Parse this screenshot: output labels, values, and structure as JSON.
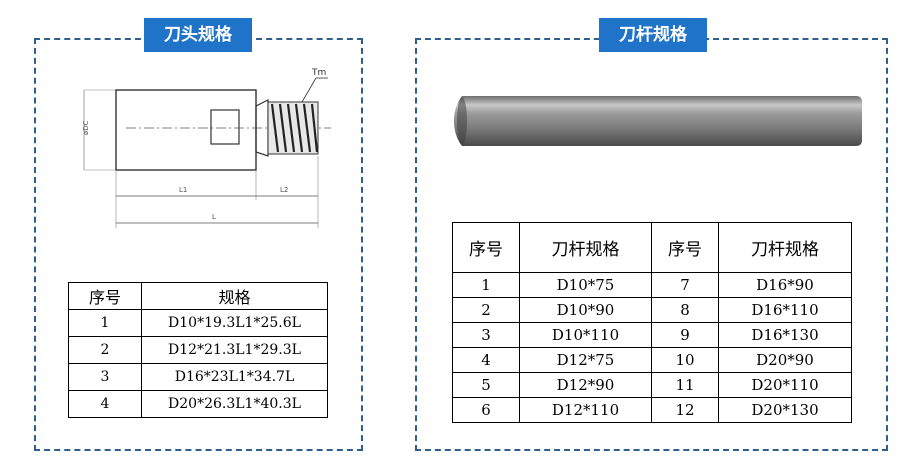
{
  "left_panel": {
    "title": "刀头规格",
    "drawing": {
      "label_tm": "Tm",
      "label_dc": "øDC",
      "label_l1": "L1",
      "label_l2": "L2",
      "label_l": "L"
    },
    "table": {
      "headers": [
        "序号",
        "规格"
      ],
      "rows": [
        [
          "1",
          "D10*19.3L1*25.6L"
        ],
        [
          "2",
          "D12*21.3L1*29.3L"
        ],
        [
          "3",
          "D16*23L1*34.7L"
        ],
        [
          "4",
          "D20*26.3L1*40.3L"
        ]
      ]
    }
  },
  "right_panel": {
    "title": "刀杆规格",
    "table": {
      "headers": [
        "序号",
        "刀杆规格",
        "序号",
        "刀杆规格"
      ],
      "rows": [
        [
          "1",
          "D10*75",
          "7",
          "D16*90"
        ],
        [
          "2",
          "D10*90",
          "8",
          "D16*110"
        ],
        [
          "3",
          "D10*110",
          "9",
          "D16*130"
        ],
        [
          "4",
          "D12*75",
          "10",
          "D20*90"
        ],
        [
          "5",
          "D12*90",
          "11",
          "D20*110"
        ],
        [
          "6",
          "D12*110",
          "12",
          "D20*130"
        ]
      ]
    }
  },
  "colors": {
    "badge": "#1f73c9",
    "border": "#2f5d8c"
  }
}
